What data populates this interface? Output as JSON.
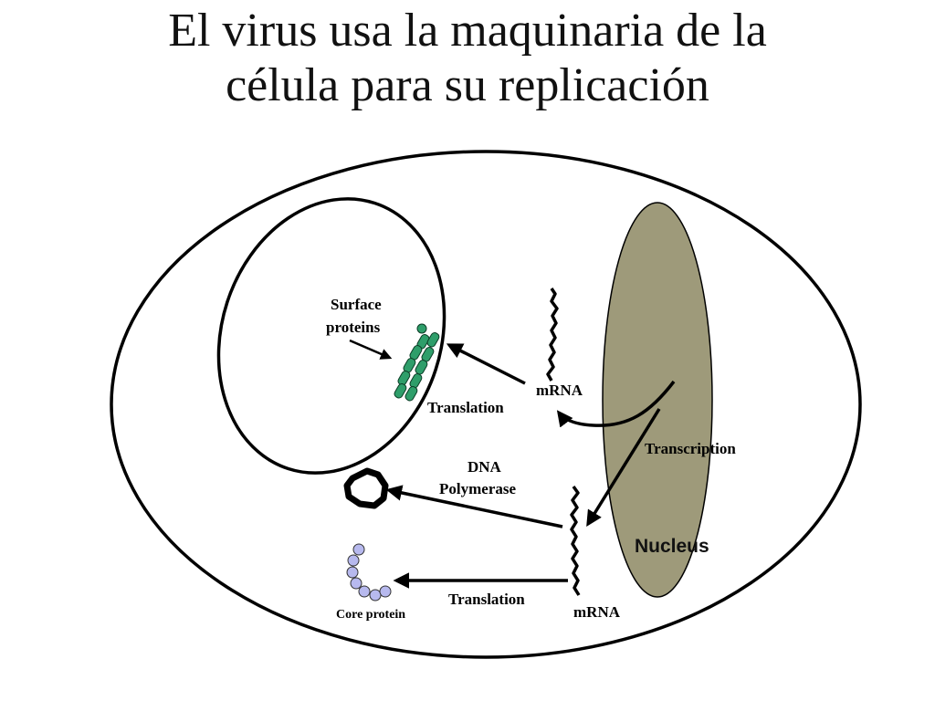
{
  "title": {
    "line1": "El virus usa la maquinaria de la",
    "line2": "célula para su replicación"
  },
  "labels": {
    "surface": "Surface",
    "proteins": "proteins",
    "mrna_top": "mRNA",
    "translation_top": "Translation",
    "transcription": "Transcription",
    "dna": "DNA",
    "polymerase": "Polymerase",
    "nucleus": "Nucleus",
    "translation_bottom": "Translation",
    "mrna_bottom": "mRNA",
    "core_protein": "Core protein"
  },
  "colors": {
    "nucleus_fill": "#9e9a7a",
    "surface_protein": "#2e9e6a",
    "core_protein": "#b7b9ee",
    "line": "#000000"
  }
}
